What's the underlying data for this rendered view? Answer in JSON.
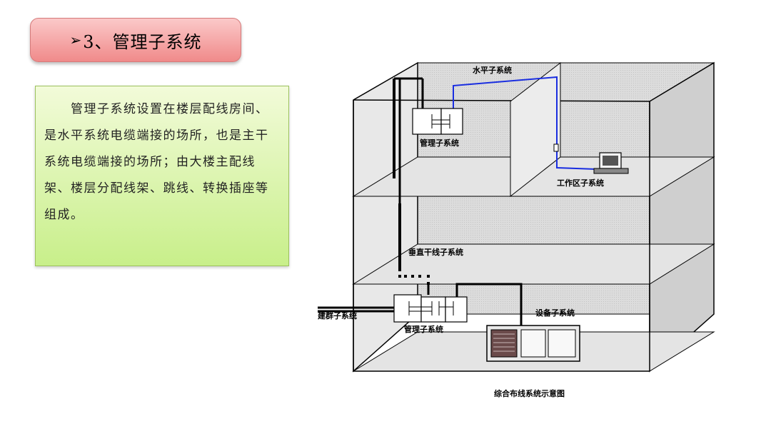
{
  "title": {
    "marker": "➢",
    "text": "3、管理子系统"
  },
  "description": "管理子系统设置在楼层配线房间、是水平系统电缆端接的场所，也是主干系统电缆端接的场所；由大楼主配线架、楼层分配线架、跳线、转换插座等组成。",
  "diagram": {
    "labels": {
      "horizontal": "水平子系统",
      "management_top": "管理子系统",
      "work_area": "工作区子系统",
      "vertical": "垂直干线子系统",
      "building_group": "建群子系统",
      "management_bottom": "管理子系统",
      "equipment": "设备子系统"
    },
    "caption": "综合布线系统示意图"
  },
  "colors": {
    "title_bg": "#f4a3a3",
    "text_bg": "#dff7b3",
    "horizontal_cable": "#1a2ee0",
    "wall_fill": "#d9d9d9"
  }
}
